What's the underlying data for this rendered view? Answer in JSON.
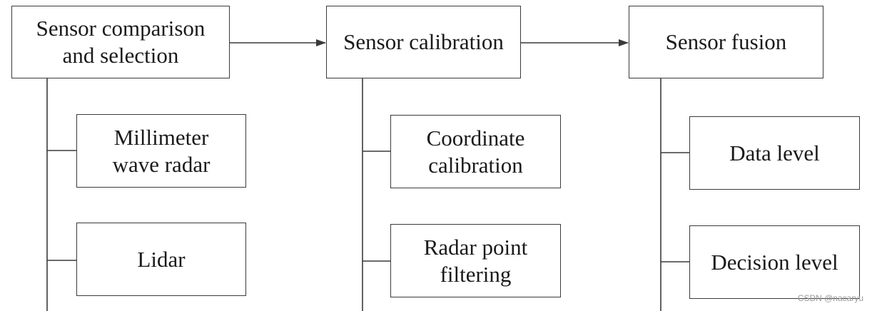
{
  "stages": [
    {
      "label": "Sensor comparison\nand selection",
      "items": [
        "Millimeter\nwave radar",
        "Lidar"
      ]
    },
    {
      "label": "Sensor calibration",
      "items": [
        "Coordinate\ncalibration",
        "Radar point\nfiltering"
      ]
    },
    {
      "label": "Sensor fusion",
      "items": [
        "Data level",
        "Decision level"
      ]
    }
  ],
  "watermark": "CSDN @nacaryu",
  "colors": {
    "line": "#3a3a3a",
    "text": "#1a1a1a",
    "background": "#ffffff"
  }
}
